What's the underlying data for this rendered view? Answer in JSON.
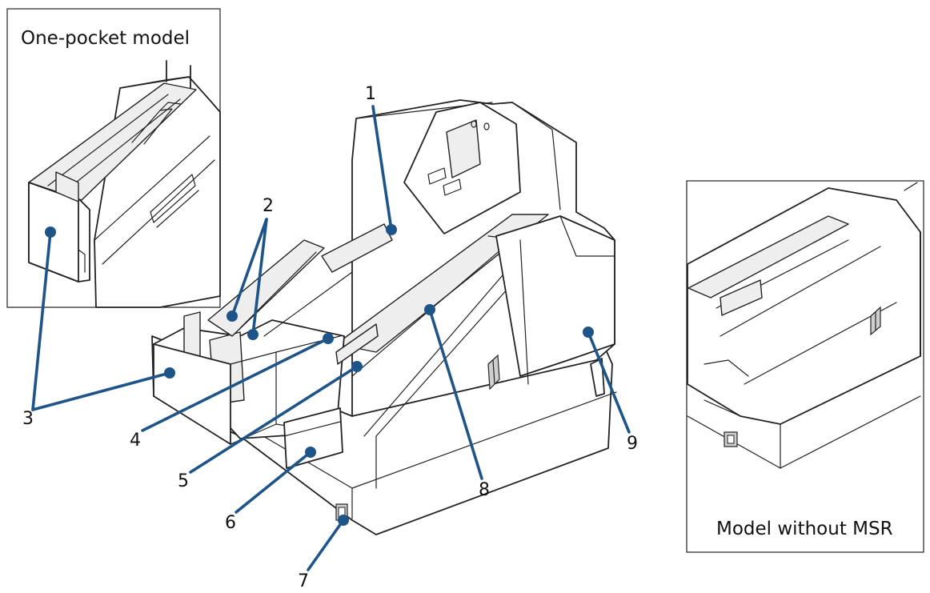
{
  "captions": {
    "inset_left": "One-pocket model",
    "inset_right": "Model without MSR"
  },
  "callouts": [
    "1",
    "2",
    "3",
    "4",
    "5",
    "6",
    "7",
    "8",
    "9"
  ],
  "colors": {
    "leader": "#1f5488",
    "outline": "#222222"
  }
}
